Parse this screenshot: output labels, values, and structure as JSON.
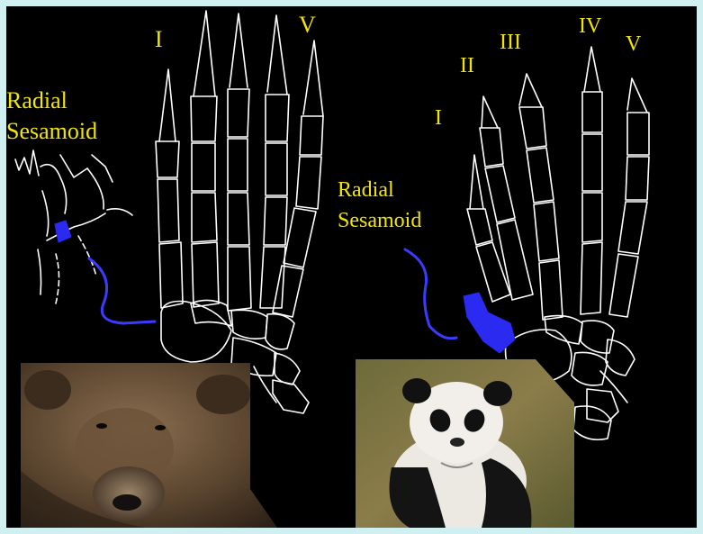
{
  "left_figure": {
    "digit_labels": [
      "I",
      "V"
    ],
    "sesamoid_label_line1": "Radial",
    "sesamoid_label_line2": "Sesamoid"
  },
  "right_figure": {
    "digit_labels": [
      "I",
      "II",
      "III",
      "IV",
      "V"
    ],
    "sesamoid_label_line1": "Radial",
    "sesamoid_label_line2": "Sesamoid"
  },
  "colors": {
    "background": "#000000",
    "frame": "#cfeff0",
    "label": "#f2e600",
    "bone_outline": "#ffffff",
    "sesamoid_highlight": "#2a2af0"
  },
  "images": {
    "left_photo": "brown-bear-head",
    "right_photo": "giant-panda"
  }
}
